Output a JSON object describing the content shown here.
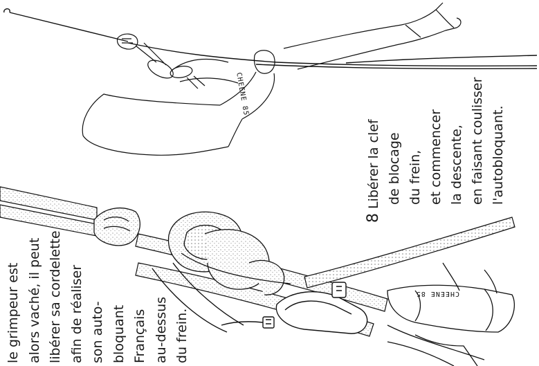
{
  "caption_left": {
    "lines": [
      "le grimpeur est",
      "alors vaché, il peut",
      "libérer sa cordelette",
      "afin de réaliser",
      "son auto-",
      "bloquant",
      "Français",
      "au-dessus",
      "du frein."
    ]
  },
  "caption_right": {
    "step_number": "8",
    "lines": [
      "Libérer la clef",
      "de blocage",
      "du frein,",
      "et commencer",
      "la descente,",
      "en faisant coulisser",
      "l'autobloquant."
    ]
  },
  "signatures": {
    "top": "CHEENE 85",
    "bottom": "CHEENE 85"
  }
}
